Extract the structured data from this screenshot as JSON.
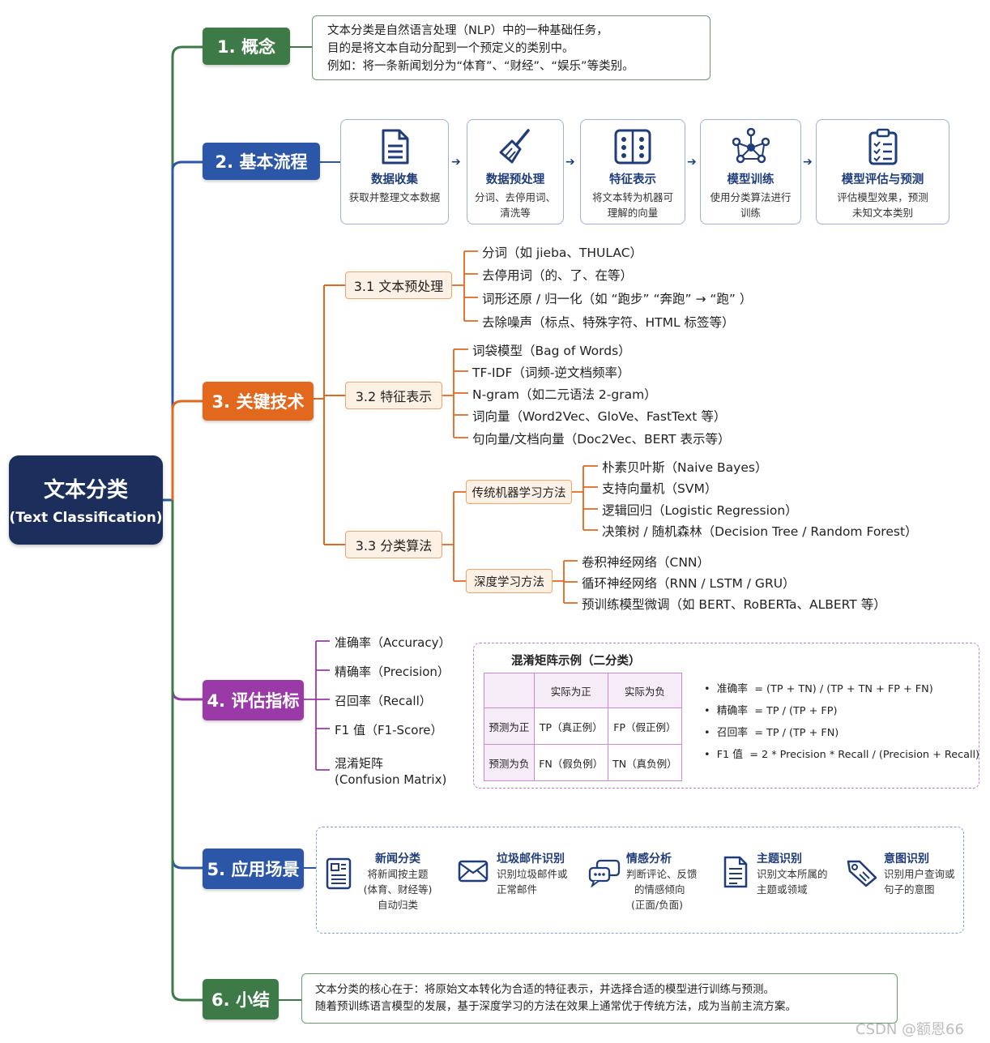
{
  "root": {
    "title": "文本分类",
    "subtitle": "(Text Classification)"
  },
  "sections": {
    "s1": "1. 概念",
    "s2": "2. 基本流程",
    "s3": "3. 关键技术",
    "s4": "4. 评估指标",
    "s5": "5. 应用场景",
    "s6": "6. 小结"
  },
  "concept": {
    "line1": "文本分类是自然语言处理（NLP）中的一种基础任务，",
    "line2": "目的是将文本自动分配到一个预定义的类别中。",
    "line3": "例如：将一条新闻划分为“体育”、“财经”、“娱乐”等类别。"
  },
  "flow": [
    {
      "icon": "document-icon",
      "title": "数据收集",
      "desc1": "获取并整理文本数据",
      "desc2": ""
    },
    {
      "icon": "broom-icon",
      "title": "数据预处理",
      "desc1": "分词、去停用词、",
      "desc2": "清洗等"
    },
    {
      "icon": "feature-matrix-icon",
      "title": "特征表示",
      "desc1": "将文本转为机器可",
      "desc2": "理解的向量"
    },
    {
      "icon": "network-icon",
      "title": "模型训练",
      "desc1": "使用分类算法进行",
      "desc2": "训练"
    },
    {
      "icon": "checklist-icon",
      "title": "模型评估与预测",
      "desc1": "评估模型效果，预测",
      "desc2": "未知文本类别"
    }
  ],
  "tech": {
    "pre": {
      "label": "3.1 文本预处理",
      "items": [
        "分词（如 jieba、THULAC）",
        "去停用词（的、了、在等）",
        "词形还原 / 归一化（如 “跑步” “奔跑” → “跑” ）",
        "去除噪声（标点、特殊字符、HTML 标签等）"
      ]
    },
    "feat": {
      "label": "3.2 特征表示",
      "items": [
        "词袋模型（Bag of Words）",
        "TF-IDF（词频-逆文档频率）",
        "N-gram（如二元语法 2-gram）",
        "词向量（Word2Vec、GloVe、FastText 等）",
        "句向量/文档向量（Doc2Vec、BERT 表示等）"
      ]
    },
    "algo": {
      "label": "3.3 分类算法",
      "traditional": {
        "label": "传统机器学习方法",
        "items": [
          "朴素贝叶斯（Naive Bayes）",
          "支持向量机（SVM）",
          "逻辑回归（Logistic Regression）",
          "决策树 / 随机森林（Decision Tree / Random Forest）"
        ]
      },
      "deep": {
        "label": "深度学习方法",
        "items": [
          "卷积神经网络（CNN）",
          "循环神经网络（RNN / LSTM / GRU）",
          "预训练模型微调（如 BERT、RoBERTa、ALBERT 等）"
        ]
      }
    }
  },
  "metrics": {
    "items": [
      "准确率（Accuracy）",
      "精确率（Precision）",
      "召回率（Recall）",
      "F1 值（F1-Score）",
      "混淆矩阵",
      "(Confusion Matrix)"
    ],
    "matrix": {
      "title": "混淆矩阵示例（二分类）",
      "col1": "实际为正",
      "col2": "实际为负",
      "row1": "预测为正",
      "row2": "预测为负",
      "tp": "TP（真正例）",
      "fp": "FP（假正例）",
      "fn": "FN（假负例）",
      "tn": "TN（真负例）"
    },
    "formulas": [
      {
        "name": "准确率",
        "expr": "= (TP + TN) / (TP + TN + FP + FN)"
      },
      {
        "name": "精确率",
        "expr": "= TP / (TP + FP)"
      },
      {
        "name": "召回率",
        "expr": "= TP / (TP + FN)"
      },
      {
        "name": "F1 值",
        "expr": "= 2 * Precision * Recall / (Precision + Recall)"
      }
    ]
  },
  "apps": [
    {
      "icon": "news-icon",
      "title": "新闻分类",
      "d1": "将新闻按主题",
      "d2": "(体育、财经等)",
      "d3": "自动归类"
    },
    {
      "icon": "mail-icon",
      "title": "垃圾邮件识别",
      "d1": "识别垃圾邮件或",
      "d2": "正常邮件",
      "d3": ""
    },
    {
      "icon": "chat-icon",
      "title": "情感分析",
      "d1": "判断评论、反馈",
      "d2": "的情感倾向",
      "d3": "(正面/负面)"
    },
    {
      "icon": "topic-doc-icon",
      "title": "主题识别",
      "d1": "识别文本所属的",
      "d2": "主题或领域",
      "d3": ""
    },
    {
      "icon": "tag-icon",
      "title": "意图识别",
      "d1": "识别用户查询或",
      "d2": "句子的意图",
      "d3": ""
    }
  ],
  "summary": {
    "line1": "文本分类的核心在于：将原始文本转化为合适的特征表示，并选择合适的模型进行训练与预测。",
    "line2": "随着预训练语言模型的发展，基于深度学习的方法在效果上通常优于传统方法，成为当前主流方案。"
  },
  "watermark": "CSDN @额恩66",
  "colors": {
    "root": "#1b2e5c",
    "green": "#3d7a48",
    "blue": "#2c57a8",
    "orange": "#e2681d",
    "purple": "#9a3aa6"
  }
}
